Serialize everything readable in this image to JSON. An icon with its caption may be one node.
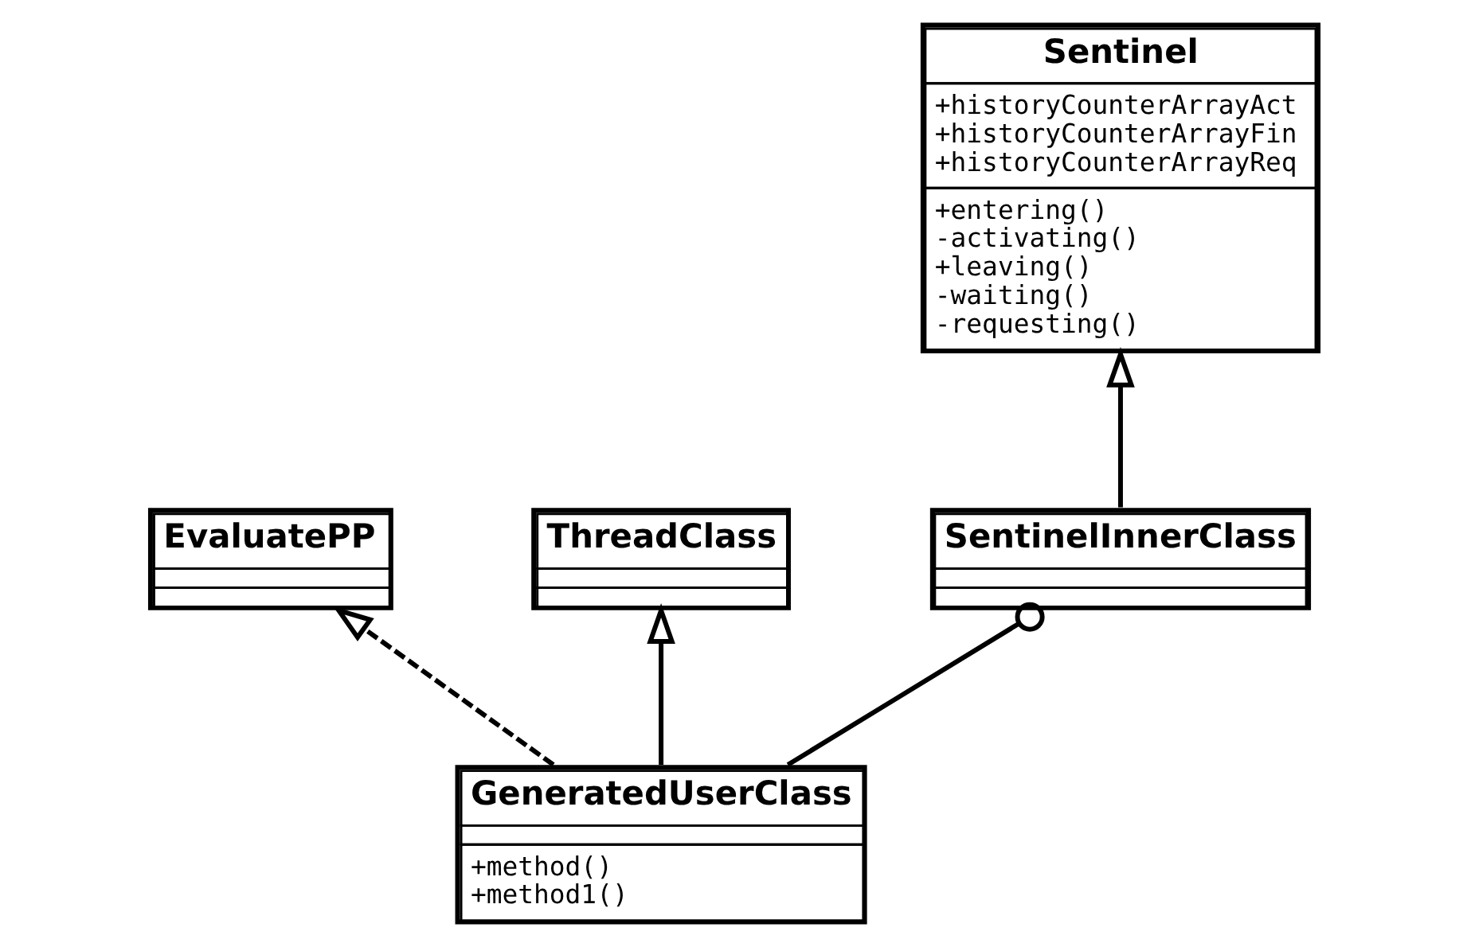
{
  "diagram": {
    "nodes": [
      {
        "text": [
          "Sentinel",
          "+historyCounterArrayAct +historyCounterArrayFin +historyCounterArrayReq",
          "+entering() -activating() +leaving() -waiting() -requesting()"
        ]
      },
      {
        "text": [
          "EvaluatePP"
        ]
      },
      {
        "text": [
          "ThreadClass"
        ]
      },
      {
        "text": [
          "SentinelInnerClass"
        ]
      },
      {
        "text": [
          "GeneratedUserClass",
          "+method() +method1()"
        ]
      }
    ],
    "edges": [
      {
        "from": 4,
        "to": 1,
        "arrow": "to",
        "style": "dashed"
      },
      {
        "from": 4,
        "to": 2,
        "arrow": "to"
      },
      {
        "from": 3,
        "to": 0,
        "arrow": "to"
      },
      {
        "from": 4,
        "to": 3,
        "arrow": "other"
      }
    ]
  }
}
